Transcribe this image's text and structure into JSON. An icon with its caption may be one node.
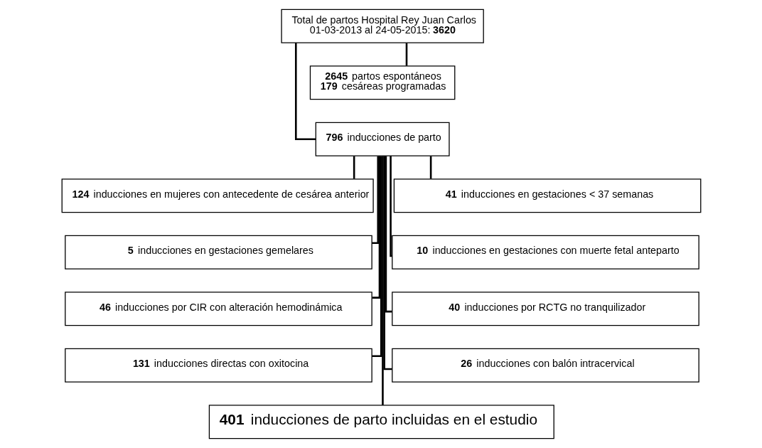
{
  "diagram": {
    "nodes": [
      {
        "text": [
          "Total de partos Hospital Rey Juan Carlos",
          "01-03-2013 al 24-05-2015: **3620**"
        ]
      },
      {
        "text": [
          "**2645** partos espontáneos",
          "**179** cesáreas programadas"
        ]
      },
      {
        "text": [
          "**796** inducciones de parto"
        ]
      },
      {
        "text": [
          "**124** inducciones en mujeres con antecedente de cesárea anterior"
        ]
      },
      {
        "text": [
          "**41** inducciones en gestaciones < 37 semanas"
        ]
      },
      {
        "text": [
          "**5** inducciones en gestaciones gemelares"
        ]
      },
      {
        "text": [
          "**10** inducciones en gestaciones con muerte fetal anteparto"
        ]
      },
      {
        "text": [
          "**46** inducciones por CIR con alteración hemodinámica"
        ]
      },
      {
        "text": [
          "**40** inducciones por RCTG no tranquilizador"
        ]
      },
      {
        "text": [
          "**131** inducciones directas con oxitocina"
        ]
      },
      {
        "text": [
          "**26** inducciones con balón intracervical"
        ]
      },
      {
        "text": [
          "**401** inducciones de parto incluidas en el estudio"
        ]
      }
    ],
    "edges": [
      {
        "from": 0,
        "to": 1,
        "arrow": "none"
      },
      {
        "from": 0,
        "to": 2,
        "arrow": "none"
      },
      {
        "from": 2,
        "to": 3,
        "arrow": "none"
      },
      {
        "from": 2,
        "to": 4,
        "arrow": "none"
      },
      {
        "from": 2,
        "to": 5,
        "arrow": "none"
      },
      {
        "from": 2,
        "to": 6,
        "arrow": "none"
      },
      {
        "from": 2,
        "to": 7,
        "arrow": "none"
      },
      {
        "from": 2,
        "to": 8,
        "arrow": "none"
      },
      {
        "from": 2,
        "to": 9,
        "arrow": "none"
      },
      {
        "from": 2,
        "to": 10,
        "arrow": "none"
      },
      {
        "from": 2,
        "to": 11,
        "arrow": "none"
      }
    ]
  }
}
